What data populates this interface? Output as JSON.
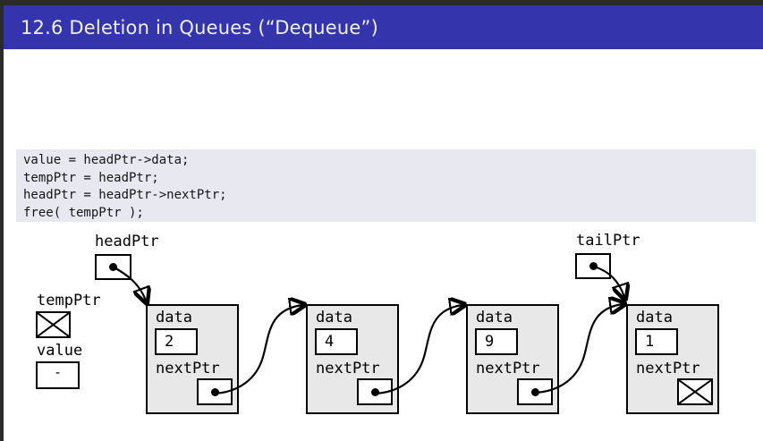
{
  "header": {
    "title": "12.6 Deletion in Queues (“Dequeue”)"
  },
  "code": {
    "lines": [
      "value = headPtr->data;",
      "tempPtr = headPtr;",
      "headPtr = headPtr->nextPtr;",
      "free( tempPtr );"
    ]
  },
  "diagram": {
    "head_pointer_label": "headPtr",
    "tail_pointer_label": "tailPtr",
    "temp_pointer_label": "tempPtr",
    "value_label": "value",
    "value_content": "-",
    "nodes": [
      {
        "data_label": "data",
        "data_value": "2",
        "next_label": "nextPtr",
        "next_state": "pointer"
      },
      {
        "data_label": "data",
        "data_value": "4",
        "next_label": "nextPtr",
        "next_state": "pointer"
      },
      {
        "data_label": "data",
        "data_value": "9",
        "next_label": "nextPtr",
        "next_state": "pointer"
      },
      {
        "data_label": "data",
        "data_value": "1",
        "next_label": "nextPtr",
        "next_state": "null"
      }
    ]
  },
  "colors": {
    "title_bar": "#3434ac",
    "title_text": "#efeff6",
    "window_frame": "#2b2b2b",
    "code_background": "#e8e8f0",
    "node_background": "#e8e8e8",
    "line_color": "#000000",
    "page_background": "#ffffff"
  }
}
